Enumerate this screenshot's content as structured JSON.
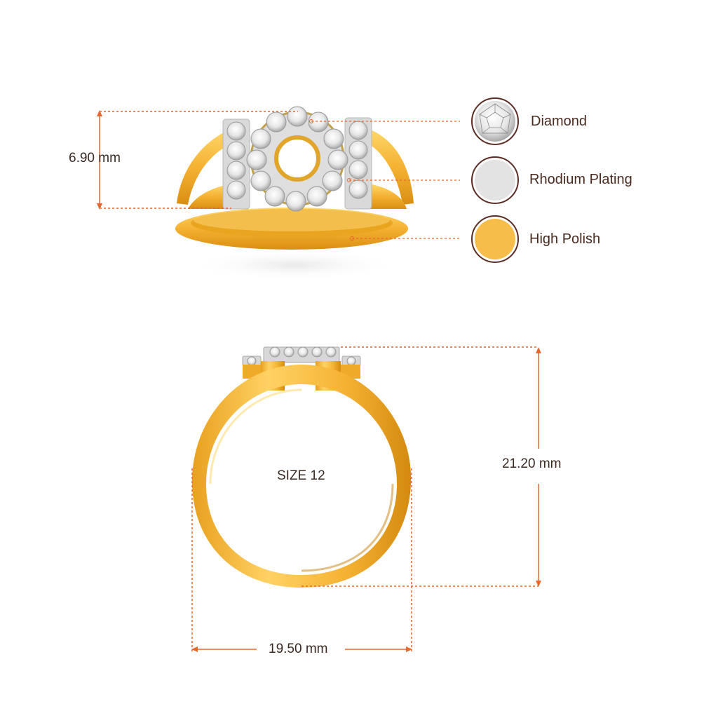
{
  "top_view": {
    "height_dimension": "6.90 mm"
  },
  "legend": {
    "items": [
      {
        "label": "Diamond",
        "swatch": "diamond-icon",
        "color": "#e8e8e8"
      },
      {
        "label": "Rhodium Plating",
        "swatch": "rhodium-swatch",
        "color": "#e3e3e3"
      },
      {
        "label": "High Polish",
        "swatch": "gold-swatch",
        "color": "#f7bd4a"
      }
    ],
    "border_color": "#5a2d24"
  },
  "side_view": {
    "size_label": "SIZE 12",
    "height_dimension": "21.20 mm",
    "width_dimension": "19.50 mm"
  },
  "colors": {
    "dimension_line": "#e8672d",
    "gold": "#f5b233",
    "gold_dark": "#d98e12",
    "gold_light": "#ffd76a"
  }
}
